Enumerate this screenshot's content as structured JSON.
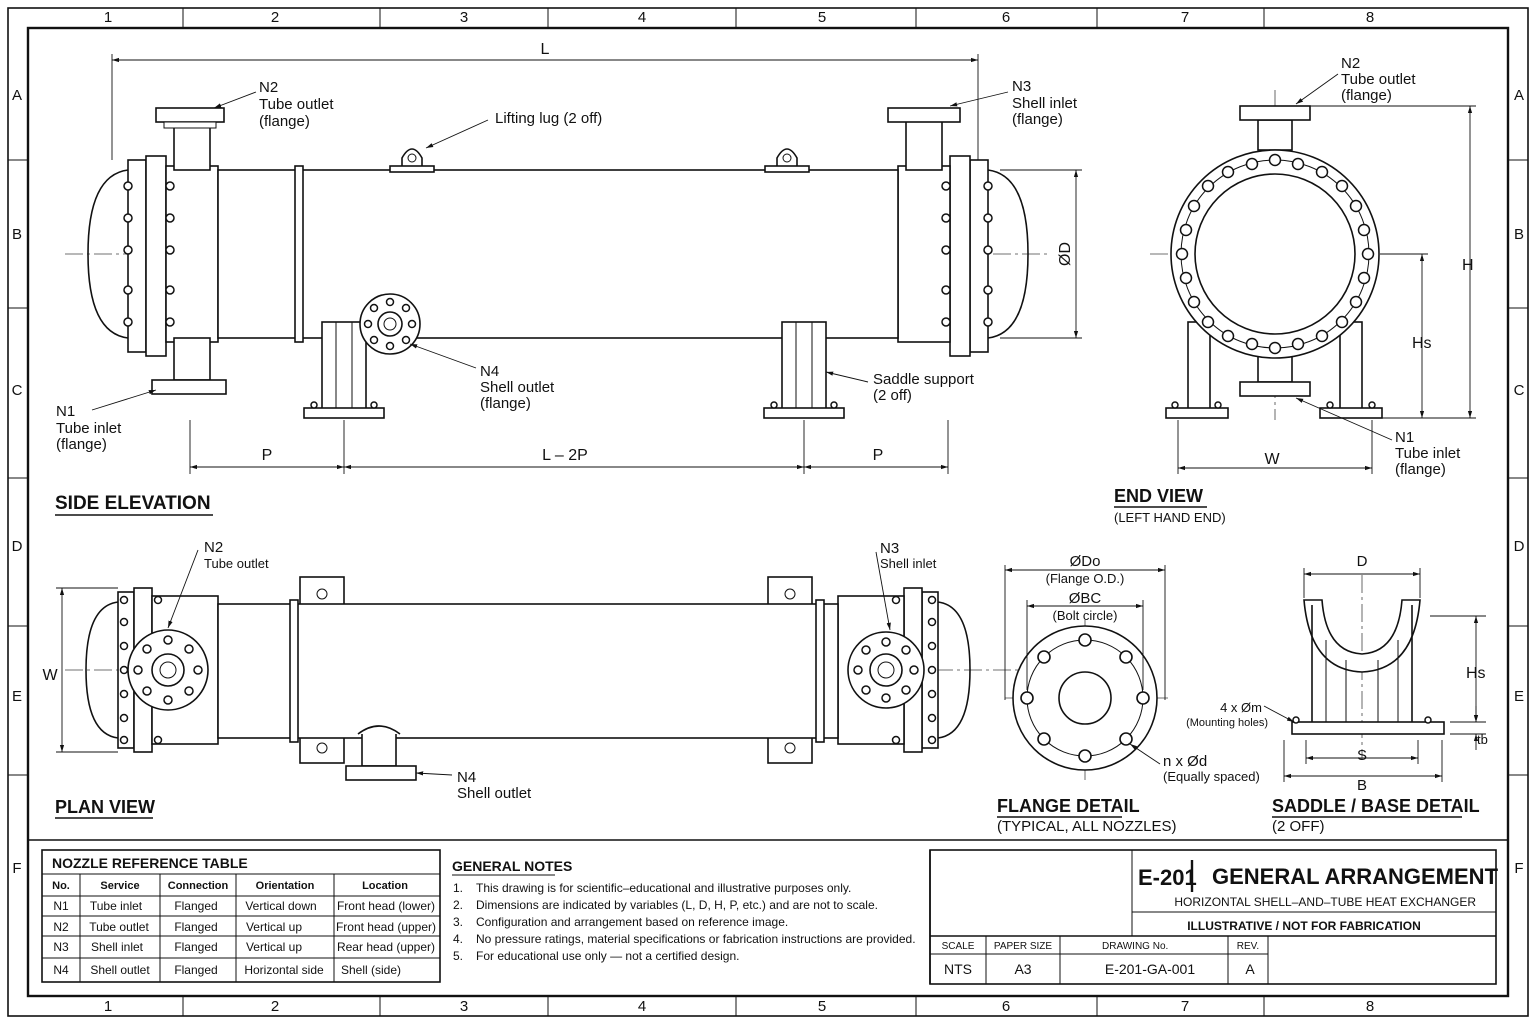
{
  "border": {
    "columns": [
      "1",
      "2",
      "3",
      "4",
      "5",
      "6",
      "7",
      "8"
    ],
    "rows": [
      "A",
      "B",
      "C",
      "D",
      "E",
      "F"
    ]
  },
  "side_elevation": {
    "title": "SIDE ELEVATION",
    "dim_L": "L",
    "dim_P": "P",
    "dim_L2P": "L – 2P",
    "dim_D": "ØD",
    "n2_tag": "N2",
    "n2_desc1": "Tube outlet",
    "n2_desc2": "(flange)",
    "n3_tag": "N3",
    "n3_desc1": "Shell inlet",
    "n3_desc2": "(flange)",
    "n1_tag": "N1",
    "n1_desc1": "Tube inlet",
    "n1_desc2": "(flange)",
    "n4_tag": "N4",
    "n4_desc1": "Shell outlet",
    "n4_desc2": "(flange)",
    "lug": "Lifting lug  (2 off)",
    "saddle1": "Saddle support",
    "saddle2": "(2 off)"
  },
  "end_view": {
    "title": "END VIEW",
    "subtitle": "(LEFT HAND END)",
    "n2_tag": "N2",
    "n2_desc1": "Tube outlet",
    "n2_desc2": "(flange)",
    "n1_tag": "N1",
    "n1_desc1": "Tube inlet",
    "n1_desc2": "(flange)",
    "dim_H": "H",
    "dim_Hs": "Hs",
    "dim_W": "W"
  },
  "plan_view": {
    "title": "PLAN VIEW",
    "n2_tag": "N2",
    "n2_desc": "Tube outlet",
    "n3_tag": "N3",
    "n3_desc": "Shell inlet",
    "n4_tag": "N4",
    "n4_desc": "Shell outlet",
    "dim_W": "W"
  },
  "flange_detail": {
    "title": "FLANGE DETAIL",
    "subtitle": "(TYPICAL, ALL NOZZLES)",
    "do": "ØDo",
    "do_desc": "(Flange O.D.)",
    "bc": "ØBC",
    "bc_desc": "(Bolt circle)",
    "nd": "n x Ød",
    "nd_desc": "(Equally spaced)"
  },
  "saddle_detail": {
    "title": "SADDLE / BASE DETAIL",
    "subtitle": "(2 OFF)",
    "dim_D": "D",
    "dim_Hs": "Hs",
    "dim_S": "S",
    "dim_B": "B",
    "dim_tb": "tb",
    "holes": "4 x Øm",
    "holes_desc": "(Mounting holes)"
  },
  "nozzle_table": {
    "title": "NOZZLE  REFERENCE TABLE",
    "headers": [
      "No.",
      "Service",
      "Connection",
      "Orientation",
      "Location"
    ],
    "rows": [
      [
        "N1",
        "Tube inlet",
        "Flanged",
        "Vertical down",
        "Front head (lower)"
      ],
      [
        "N2",
        "Tube outlet",
        "Flanged",
        "Vertical up",
        "Front head (upper)"
      ],
      [
        "N3",
        "Shell inlet",
        "Flanged",
        "Vertical up",
        "Rear head (upper)"
      ],
      [
        "N4",
        "Shell outlet",
        "Flanged",
        "Horizontal side",
        "Shell (side)"
      ]
    ]
  },
  "general_notes": {
    "title": "GENERAL NOTES",
    "notes": [
      "This drawing is for scientific–educational and illustrative purposes only.",
      "Dimensions are indicated by variables (L, D, H, P, etc.) and are not to scale.",
      "Configuration and arrangement based on reference image.",
      "No pressure ratings, material specifications or fabrication instructions are provided.",
      "For educational use only — not a certified design."
    ],
    "numbers": [
      "1.",
      "2.",
      "3.",
      "4.",
      "5."
    ]
  },
  "title_block": {
    "drawing_id": "E-201",
    "title": "GENERAL ARRANGEMENT",
    "subtitle": "HORIZONTAL SHELL–AND–TUBE HEAT EXCHANGER",
    "disclaimer": "ILLUSTRATIVE  / NOT FOR FABRICATION",
    "scale_label": "SCALE",
    "scale_value": "NTS",
    "paper_label": "PAPER SIZE",
    "paper_value": "A3",
    "drawing_no_label": "DRAWING No.",
    "drawing_no_value": "E-201-GA-001",
    "rev_label": "REV.",
    "rev_value": "A"
  }
}
